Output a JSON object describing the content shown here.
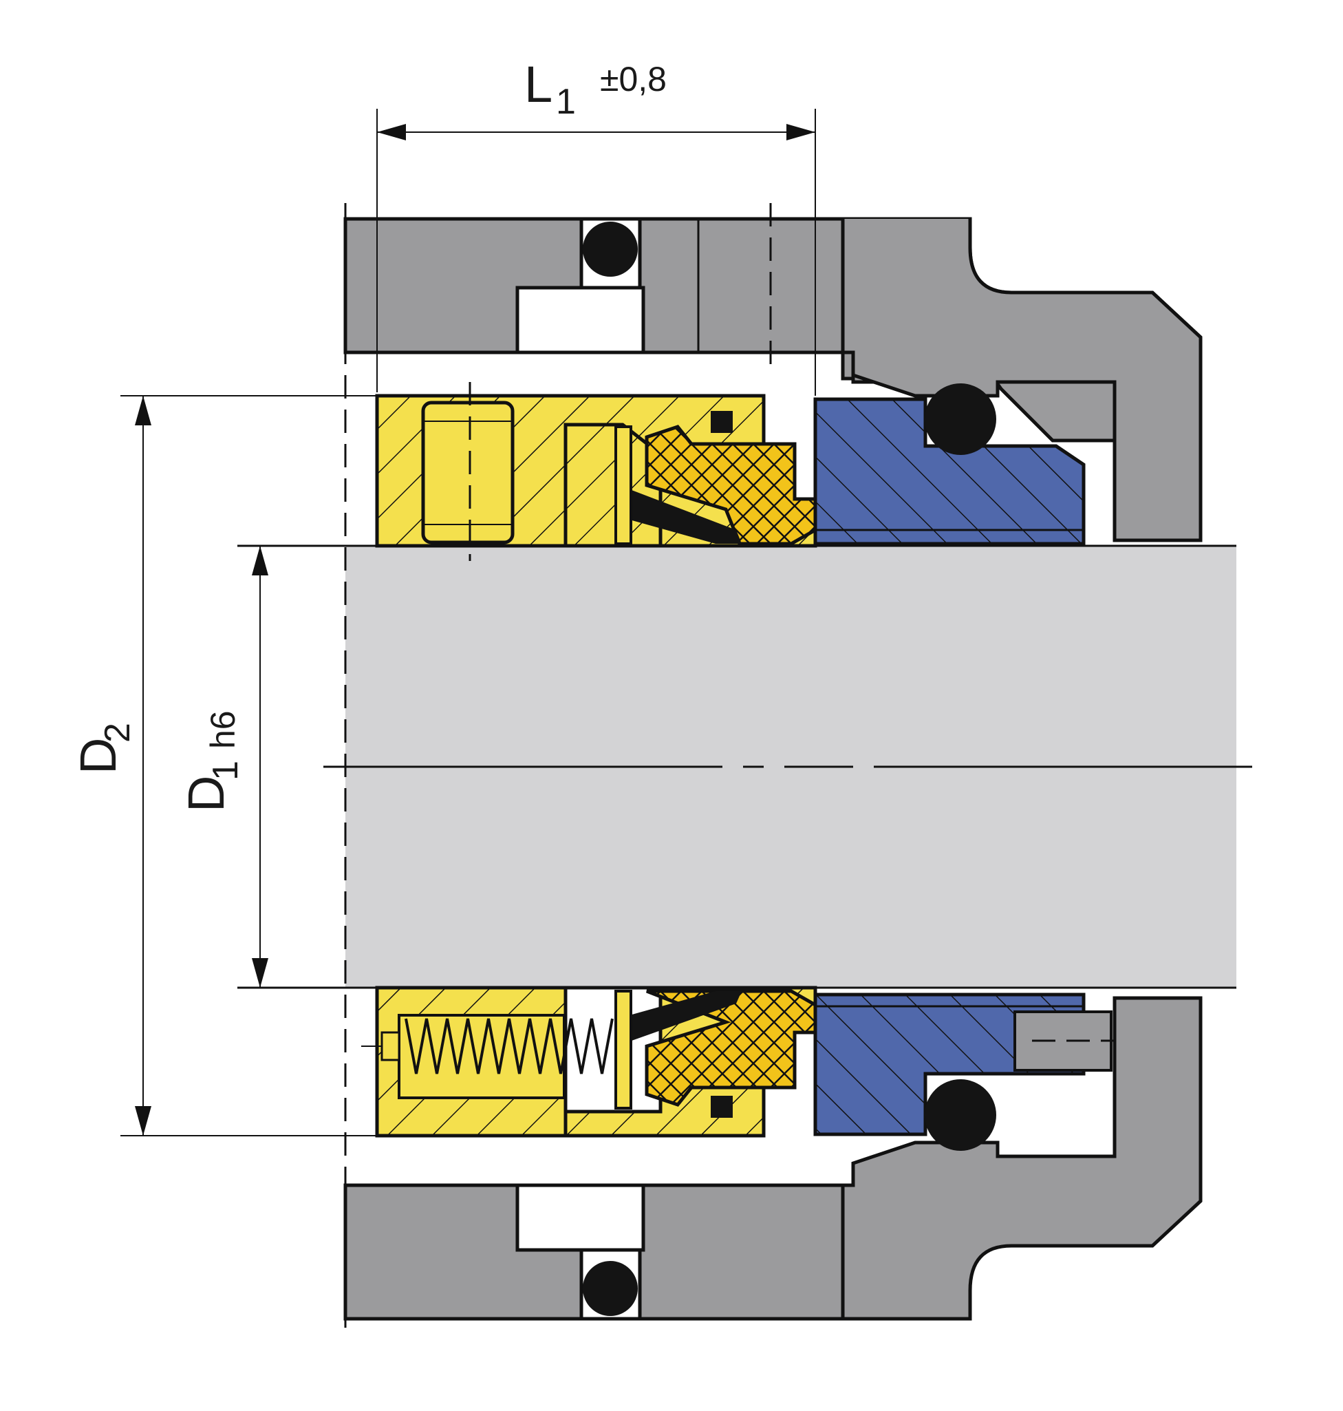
{
  "dimensions": {
    "L1": {
      "symbol": "L",
      "subscript": "1",
      "tolerance": "±0,8"
    },
    "D2": {
      "symbol": "D",
      "subscript": "2"
    },
    "D1": {
      "symbol": "D",
      "subscript": "1",
      "fit": "h6"
    }
  },
  "colors": {
    "housing": "#9b9b9d",
    "shaft": "#d3d3d5",
    "rotating_unit": "#f4e04d",
    "seal_face": "#f2c31a",
    "stationary_seat": "#5068ab",
    "oring": "#141414",
    "outline": "#111111",
    "background": "#ffffff"
  }
}
